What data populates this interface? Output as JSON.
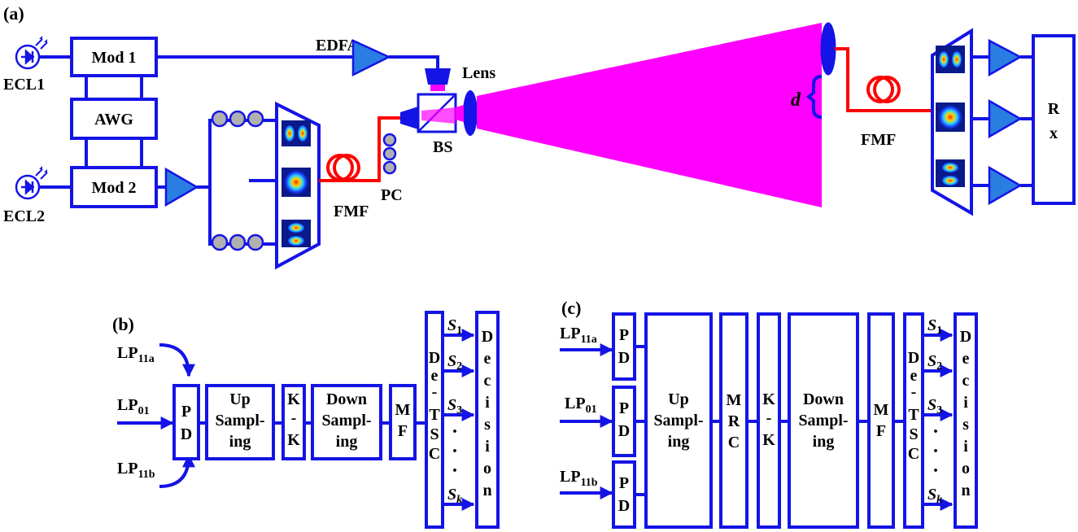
{
  "panel_a": {
    "label": "(a)",
    "ecl1": "ECL1",
    "ecl2": "ECL2",
    "mod1": "Mod 1",
    "mod2": "Mod 2",
    "awg": "AWG",
    "edfa": "EDFA",
    "lens": "Lens",
    "bs": "BS",
    "fmf_left": "FMF",
    "pc": "PC",
    "d": "d",
    "fmf_right": "FMF",
    "rx_r": "R",
    "rx_x": "x"
  },
  "panel_b": {
    "label": "(b)",
    "lp11a": "LP",
    "lp11a_sub": "11a",
    "lp01": "LP",
    "lp01_sub": "01",
    "lp11b": "LP",
    "lp11b_sub": "11b",
    "pd": [
      "P",
      "D"
    ],
    "up": [
      "Up",
      "Sampl-",
      "ing"
    ],
    "kk": [
      "K",
      "-",
      "K"
    ],
    "down": [
      "Down",
      "Sampl-",
      "ing"
    ],
    "mf": [
      "M",
      "F"
    ],
    "detsc": [
      "D",
      "e",
      "-",
      "T",
      "S",
      "C"
    ],
    "decision": [
      "D",
      "e",
      "c",
      "i",
      "s",
      "i",
      "o",
      "n"
    ],
    "s": [
      "S",
      "S",
      "S",
      "S"
    ],
    "s_sub": [
      "1",
      "2",
      "3",
      "k"
    ],
    "dots": [
      "·",
      "·",
      "·"
    ]
  },
  "panel_c": {
    "label": "(c)",
    "lp11a": "LP",
    "lp11a_sub": "11a",
    "lp01": "LP",
    "lp01_sub": "01",
    "lp11b": "LP",
    "lp11b_sub": "11b",
    "pd": [
      "P",
      "D"
    ],
    "up": [
      "Up",
      "Sampl-",
      "ing"
    ],
    "mrc": [
      "M",
      "R",
      "C"
    ],
    "kk": [
      "K",
      "-",
      "K"
    ],
    "down": [
      "Down",
      "Sampl-",
      "ing"
    ],
    "mf": [
      "M",
      "F"
    ],
    "detsc": [
      "D",
      "e",
      "-",
      "T",
      "S",
      "C"
    ],
    "decision": [
      "D",
      "e",
      "c",
      "i",
      "s",
      "i",
      "o",
      "n"
    ],
    "s": [
      "S",
      "S",
      "S",
      "S"
    ],
    "s_sub": [
      "1",
      "2",
      "3",
      "k"
    ],
    "dots": [
      "·",
      "·",
      "·"
    ]
  },
  "colors": {
    "line": "#1414e6",
    "fiber": "#ff0000",
    "beam": "#ff00ff",
    "amplifier": "#2a7de1",
    "coil": "#b0b0b0"
  }
}
